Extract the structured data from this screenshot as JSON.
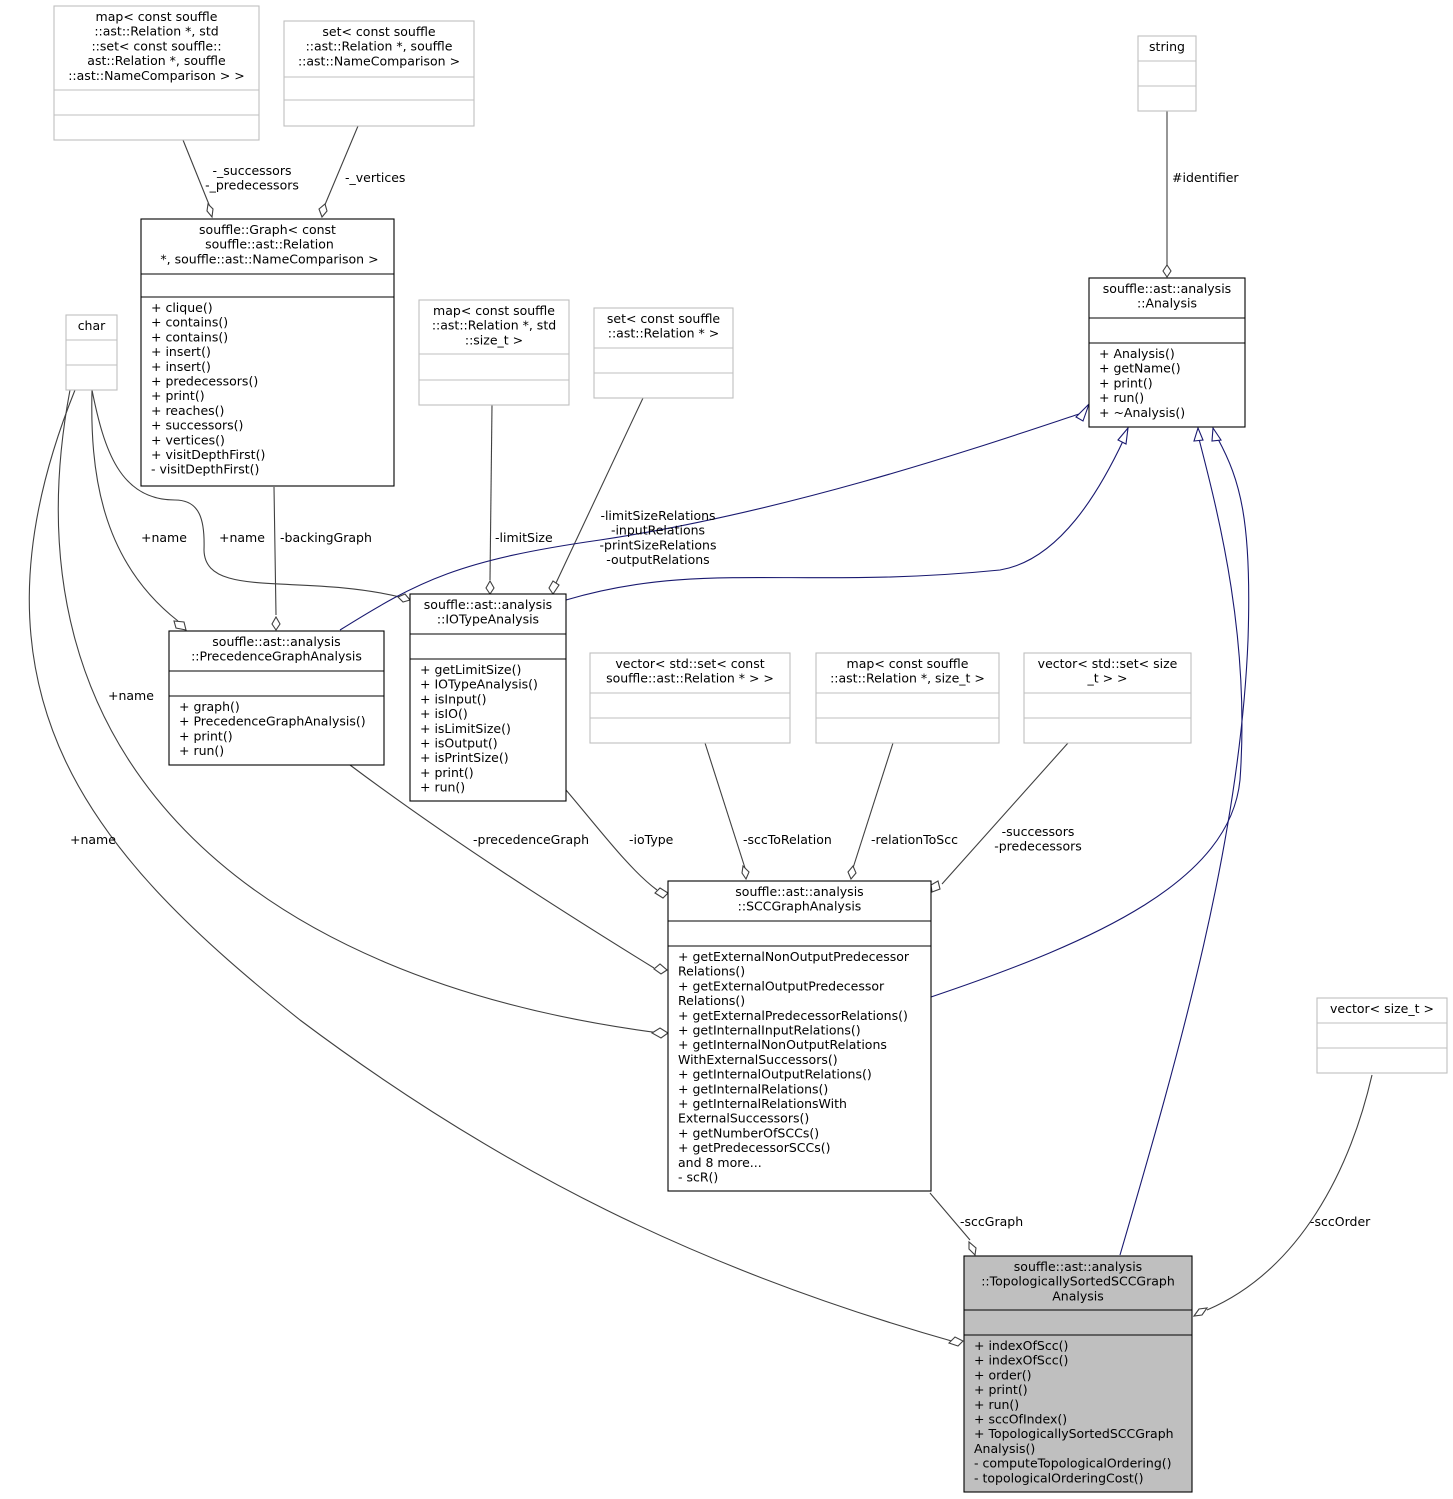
{
  "diagram": {
    "nodes": {
      "map_set": {
        "title": [
          "map< const souffle",
          "::ast::Relation *, std",
          "::set< const souffle::",
          "ast::Relation *, souffle",
          "::ast::NameComparison > >"
        ],
        "members": []
      },
      "set_rel_nc": {
        "title": [
          "set< const souffle",
          "::ast::Relation *, souffle",
          "::ast::NameComparison >"
        ],
        "members": []
      },
      "string": {
        "title": [
          "string"
        ],
        "members": []
      },
      "graph": {
        "title": [
          "souffle::Graph< const",
          " souffle::ast::Relation",
          " *, souffle::ast::NameComparison >"
        ],
        "members": [
          "+ clique()",
          "+ contains()",
          "+ contains()",
          "+ insert()",
          "+ insert()",
          "+ predecessors()",
          "+ print()",
          "+ reaches()",
          "+ successors()",
          "+ vertices()",
          "+ visitDepthFirst()",
          "- visitDepthFirst()"
        ]
      },
      "analysis": {
        "title": [
          "souffle::ast::analysis",
          "::Analysis"
        ],
        "members": [
          "+ Analysis()",
          "+ getName()",
          "+ print()",
          "+ run()",
          "+ ~Analysis()"
        ]
      },
      "char": {
        "title": [
          "char"
        ],
        "members": []
      },
      "map_size": {
        "title": [
          "map< const souffle",
          "::ast::Relation *, std",
          "::size_t >"
        ],
        "members": []
      },
      "set_rel": {
        "title": [
          "set< const souffle",
          "::ast::Relation * >"
        ],
        "members": []
      },
      "precedence": {
        "title": [
          "souffle::ast::analysis",
          "::PrecedenceGraphAnalysis"
        ],
        "members": [
          "+ graph()",
          "+ PrecedenceGraphAnalysis()",
          "+ print()",
          "+ run()"
        ]
      },
      "iotype": {
        "title": [
          "souffle::ast::analysis",
          "::IOTypeAnalysis"
        ],
        "members": [
          "+ getLimitSize()",
          "+ IOTypeAnalysis()",
          "+ isInput()",
          "+ isIO()",
          "+ isLimitSize()",
          "+ isOutput()",
          "+ isPrintSize()",
          "+ print()",
          "+ run()"
        ]
      },
      "vec_set_rel": {
        "title": [
          "vector< std::set< const",
          "souffle::ast::Relation * > >"
        ],
        "members": []
      },
      "map_rel_size": {
        "title": [
          "map< const souffle",
          "::ast::Relation *, size_t >"
        ],
        "members": []
      },
      "vec_set_size": {
        "title": [
          "vector< std::set< size",
          "_t > >"
        ],
        "members": []
      },
      "scc": {
        "title": [
          "souffle::ast::analysis",
          "::SCCGraphAnalysis"
        ],
        "members": [
          "+ getExternalNonOutputPredecessor",
          "Relations()",
          "+ getExternalOutputPredecessor",
          "Relations()",
          "+ getExternalPredecessorRelations()",
          "+ getInternalInputRelations()",
          "+ getInternalNonOutputRelations",
          "WithExternalSuccessors()",
          "+ getInternalOutputRelations()",
          "+ getInternalRelations()",
          "+ getInternalRelationsWith",
          "ExternalSuccessors()",
          "+ getNumberOfSCCs()",
          "+ getPredecessorSCCs()",
          "and 8 more...",
          "- scR()"
        ]
      },
      "vec_size": {
        "title": [
          "vector< size_t >"
        ],
        "members": []
      },
      "topo": {
        "title": [
          "souffle::ast::analysis",
          "::TopologicallySortedSCCGraph",
          "Analysis"
        ],
        "members": [
          "+ indexOfScc()",
          "+ indexOfScc()",
          "+ order()",
          "+ print()",
          "+ run()",
          "+ sccOfIndex()",
          "+ TopologicallySortedSCCGraph",
          "Analysis()",
          "- computeTopologicalOrdering()",
          "- topologicalOrderingCost()"
        ]
      }
    },
    "edge_labels": {
      "successors_predecessors": [
        "-_successors",
        "-_predecessors"
      ],
      "vertices": [
        "-_vertices"
      ],
      "identifier": [
        "#identifier"
      ],
      "char_name_1": [
        "+name"
      ],
      "char_name_2": [
        "+name"
      ],
      "char_name_3": [
        "+name"
      ],
      "char_name_4": [
        "+name"
      ],
      "backing_graph": [
        "-backingGraph"
      ],
      "limit_size": [
        "-limitSize"
      ],
      "relations": [
        "-limitSizeRelations",
        "-inputRelations",
        "-printSizeRelations",
        "-outputRelations"
      ],
      "precedence_graph": [
        "-precedenceGraph"
      ],
      "io_type": [
        "-ioType"
      ],
      "scc_to_relation": [
        "-sccToRelation"
      ],
      "relation_to_scc": [
        "-relationToScc"
      ],
      "scc_succ_pred": [
        "-successors",
        "-predecessors"
      ],
      "scc_graph": [
        "-sccGraph"
      ],
      "scc_order": [
        "-sccOrder"
      ]
    },
    "colors": {
      "grey_border": "#bfbfbf",
      "black_border": "#000000",
      "focus_fill": "#bfbfbf",
      "inherit_edge": "#191970",
      "usage_edge": "#404040"
    }
  }
}
